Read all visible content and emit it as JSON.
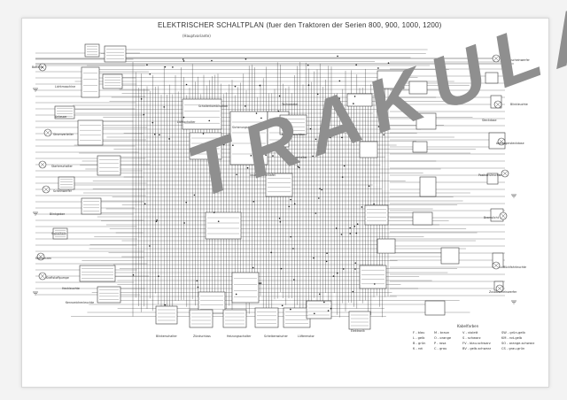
{
  "header": {
    "title": "ELEKTRISCHER SCHALTPLAN   (fuer den Traktoren der Serien 800, 900, 1000, 1200)",
    "subtitle": "(Hauptvariante)"
  },
  "watermark": "TRAKULA",
  "component_labels": {
    "left": [
      "Batterie",
      "Lichtmaschine",
      "Anlasser",
      "Stromverteiler",
      "Starterschalter",
      "Scheinwerfer",
      "Blinkgeber",
      "Signalhorn",
      "Glühkerzen",
      "Kraftstoffpumpe",
      "Heckleuchte",
      "Kennzeichenleuchte"
    ],
    "middle": [
      "Schalterkombination",
      "Sicherungskasten",
      "Relais",
      "Tachometer",
      "Kontrollleuchten",
      "Instrumententafel",
      "Warnblinkschalter",
      "Lichtschalter"
    ],
    "right": [
      "Arbeitsscheinwerfer",
      "Blinkleuchte",
      "Steckdose",
      "Anhängersteckdose",
      "Positionsleuchte",
      "Bremslicht",
      "Rückfahrleuchte",
      "Zusatzscheinwerfer"
    ],
    "bottom": [
      "Blinkerschalter",
      "Zündschloss",
      "Heizungsschalter",
      "Scheibenwischer",
      "Lüftermotor",
      "Elektronik"
    ]
  },
  "legend": {
    "title": "Kabelfarben",
    "items": [
      "F - blau",
      "M - braun",
      "V - violett",
      "SW - grün-gelb",
      "L - gelb",
      "O - orange",
      "S - schwarz",
      "KM - rot-gelb",
      "B - grün",
      "P - rosa",
      "FV - blau-schwarz",
      "SO - orange-schwarz",
      "K - rot",
      "C - grau",
      "BV - gelb-schwarz",
      "CS - grau-grün"
    ]
  }
}
